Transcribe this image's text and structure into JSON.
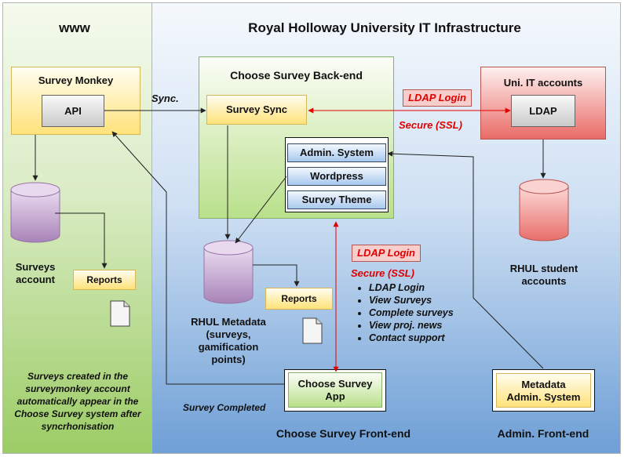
{
  "headings": {
    "www": "www",
    "rhul": "Royal Holloway University IT Infrastructure",
    "choose_backend": "Choose Survey Back-end",
    "choose_frontend": "Choose Survey Front-end",
    "admin_frontend": "Admin. Front-end"
  },
  "survey_monkey": {
    "title": "Survey Monkey",
    "api": "API"
  },
  "surveys_account": {
    "line1": "Surveys",
    "line2": "account"
  },
  "reports_1": "Reports",
  "reports_2": "Reports",
  "sync_label": "Sync.",
  "survey_sync": "Survey Sync",
  "admin_system": "Admin. System",
  "wordpress": "Wordpress",
  "survey_theme": "Survey Theme",
  "ldap_login_top": "LDAP Login",
  "secure_ssl_top": "Secure (SSL)",
  "it_accounts": {
    "title": "Uni. IT accounts",
    "ldap": "LDAP"
  },
  "rhul_student": {
    "line1": "RHUL student",
    "line2": "accounts"
  },
  "rhul_metadata": {
    "line1": "RHUL Metadata",
    "line2": "(surveys,",
    "line3": "gamification",
    "line4": "points)"
  },
  "ldap_login_mid": "LDAP Login",
  "secure_ssl_mid": "Secure (SSL)",
  "bullets": [
    "LDAP Login",
    "View Surveys",
    "Complete surveys",
    "View proj. news",
    "Contact support"
  ],
  "choose_app": {
    "line1": "Choose Survey",
    "line2": "App"
  },
  "metadata_admin": {
    "line1": "Metadata",
    "line2": "Admin. System"
  },
  "survey_completed": "Survey Completed",
  "footnote": "Surveys created in the surveymonkey account automatically appear in the Choose Survey system after syncrhonisation",
  "colors": {
    "red_accent": "#e00000",
    "green_panel": "#9ccc65",
    "blue_panel": "#6e9fd6",
    "yellow_box": "#ffe27a",
    "red_box": "#ea6b66"
  }
}
